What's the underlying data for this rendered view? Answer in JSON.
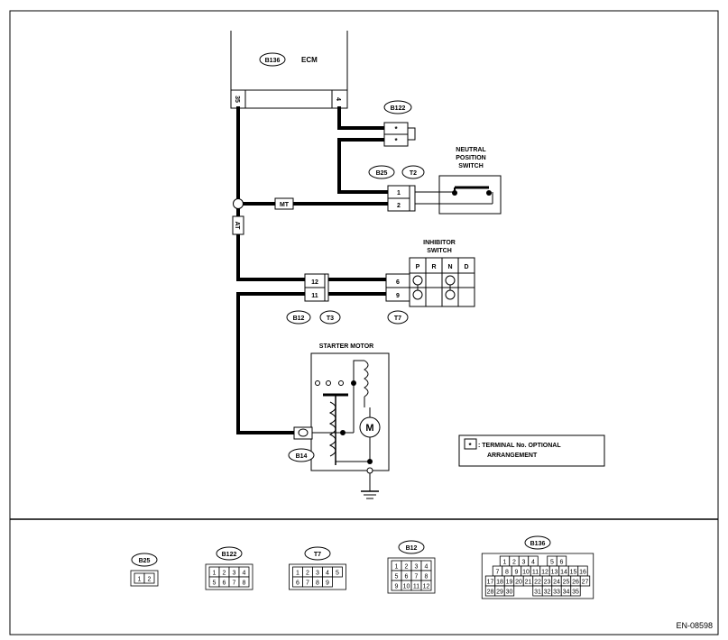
{
  "ecm": {
    "code": "B136",
    "label": "ECM",
    "pin_left": "35",
    "pin_right": "4"
  },
  "b122": {
    "code": "B122",
    "pin1": "*",
    "pin2": "*"
  },
  "neutral_switch": {
    "code1": "B25",
    "code2": "T2",
    "title_l1": "NEUTRAL",
    "title_l2": "POSITION",
    "title_l3": "SWITCH",
    "pin1": "1",
    "pin2": "2"
  },
  "mt_label": "MT",
  "at_label": "AT",
  "inhibitor": {
    "title_l1": "INHIBITOR",
    "title_l2": "SWITCH",
    "headers": [
      "P",
      "R",
      "N",
      "D"
    ],
    "pin_top": "6",
    "pin_bottom": "9",
    "code": "T7"
  },
  "b12_t3": {
    "code1": "B12",
    "code2": "T3",
    "pin_top": "12",
    "pin_bottom": "11"
  },
  "starter": {
    "title": "STARTER MOTOR",
    "motor": "M",
    "connector": "B14"
  },
  "legend": {
    "symbol": "*",
    "text_l1": ": TERMINAL No. OPTIONAL",
    "text_l2": "ARRANGEMENT"
  },
  "connectors": {
    "b25": {
      "name": "B25",
      "rows": [
        [
          "1",
          "2"
        ]
      ]
    },
    "b122": {
      "name": "B122",
      "rows": [
        [
          "1",
          "2",
          "3",
          "4"
        ],
        [
          "5",
          "6",
          "7",
          "8"
        ]
      ]
    },
    "t7": {
      "name": "T7",
      "rows": [
        [
          "1",
          "2",
          "3",
          "4",
          "5"
        ],
        [
          "6",
          "7",
          "8",
          "9"
        ]
      ]
    },
    "b12": {
      "name": "B12",
      "rows": [
        [
          "1",
          "2",
          "3",
          "4"
        ],
        [
          "5",
          "6",
          "7",
          "8"
        ],
        [
          "9",
          "10",
          "11",
          "12"
        ]
      ]
    },
    "b136": {
      "name": "B136",
      "rows": [
        [
          "1",
          "2",
          "3",
          "4",
          "",
          "5",
          "6"
        ],
        [
          "7",
          "8",
          "9",
          "10",
          "11",
          "12",
          "13",
          "14",
          "15",
          "16"
        ],
        [
          "17",
          "18",
          "19",
          "20",
          "21",
          "22",
          "23",
          "24",
          "25",
          "26",
          "27"
        ],
        [
          "28",
          "29",
          "30",
          "",
          "",
          "31",
          "32",
          "33",
          "34",
          "35"
        ]
      ]
    }
  },
  "figure_id": "EN-08598"
}
